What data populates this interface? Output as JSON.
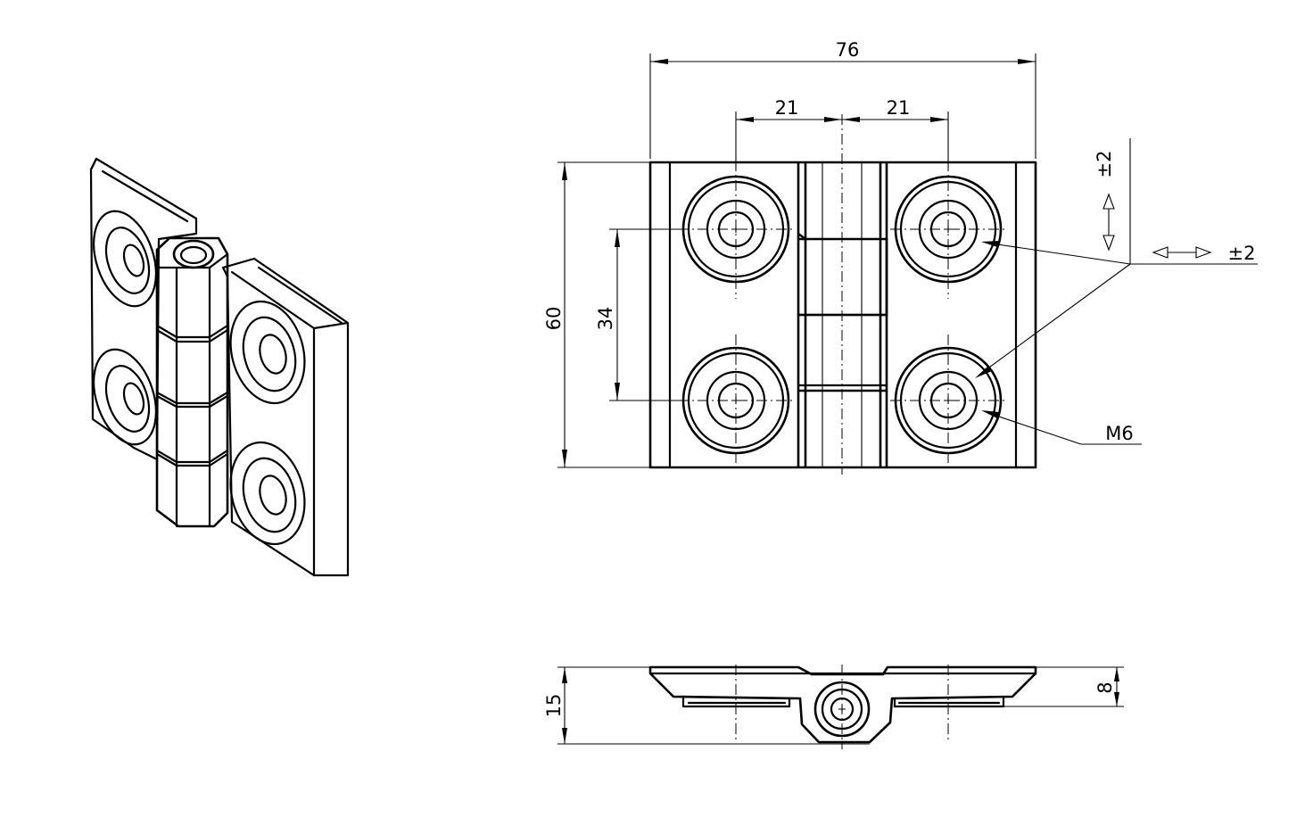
{
  "dimensions": {
    "overall_width": "76",
    "hole_offset_left": "21",
    "hole_offset_right": "21",
    "overall_height": "60",
    "hole_spacing": "34",
    "thickness": "15",
    "plate_thickness": "8"
  },
  "tolerances": {
    "vertical": "±2",
    "horizontal": "±2"
  },
  "callouts": {
    "thread": "M6"
  }
}
